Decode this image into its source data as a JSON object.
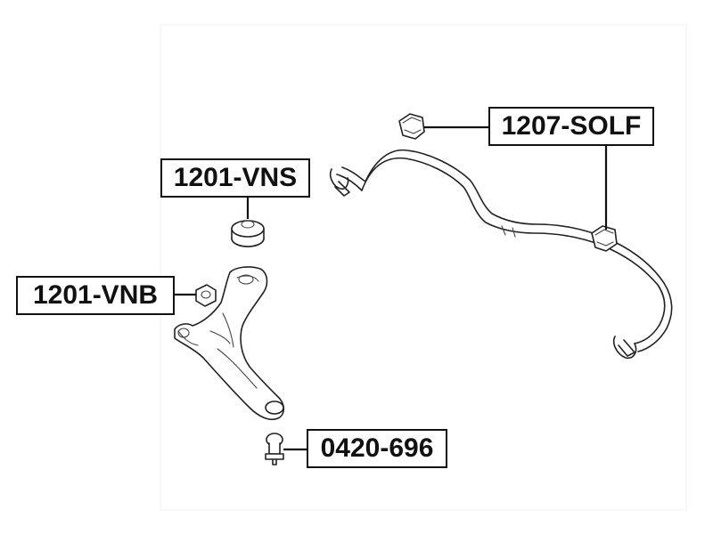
{
  "diagram": {
    "callouts": [
      {
        "id": "stabilizer-bushing",
        "label": "1207-SOLF"
      },
      {
        "id": "arm-bushing-rear",
        "label": "1201-VNS"
      },
      {
        "id": "arm-bushing-front",
        "label": "1201-VNB"
      },
      {
        "id": "ball-joint",
        "label": "0420-696"
      }
    ]
  }
}
